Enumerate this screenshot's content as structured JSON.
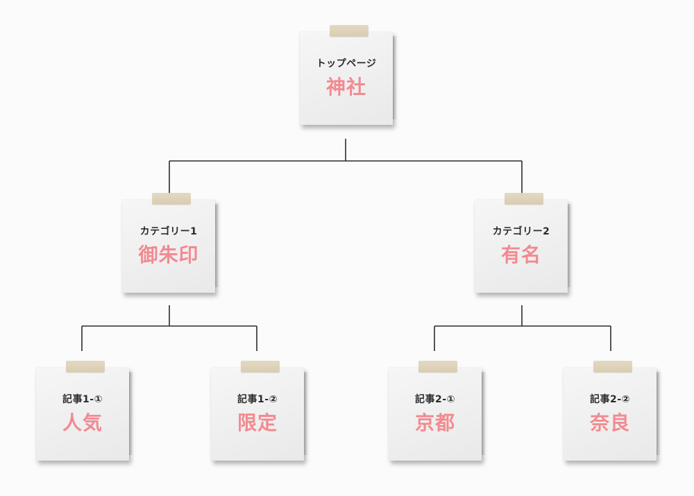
{
  "nodes": {
    "top": {
      "label": "トップページ",
      "title": "神社"
    },
    "cat1": {
      "label": "カテゴリー1",
      "title": "御朱印"
    },
    "cat2": {
      "label": "カテゴリー2",
      "title": "有名"
    },
    "a11": {
      "label": "記事1-①",
      "title": "人気"
    },
    "a12": {
      "label": "記事1-②",
      "title": "限定"
    },
    "a21": {
      "label": "記事2-①",
      "title": "京都"
    },
    "a22": {
      "label": "記事2-②",
      "title": "奈良"
    }
  },
  "edges": [
    [
      "top",
      "cat1"
    ],
    [
      "top",
      "cat2"
    ],
    [
      "cat1",
      "a11"
    ],
    [
      "cat1",
      "a12"
    ],
    [
      "cat2",
      "a21"
    ],
    [
      "cat2",
      "a22"
    ]
  ],
  "colors": {
    "title": "#f28a91",
    "label": "#2a2a2a",
    "line": "#2b2b2b",
    "tape": "#ddd1b8"
  }
}
